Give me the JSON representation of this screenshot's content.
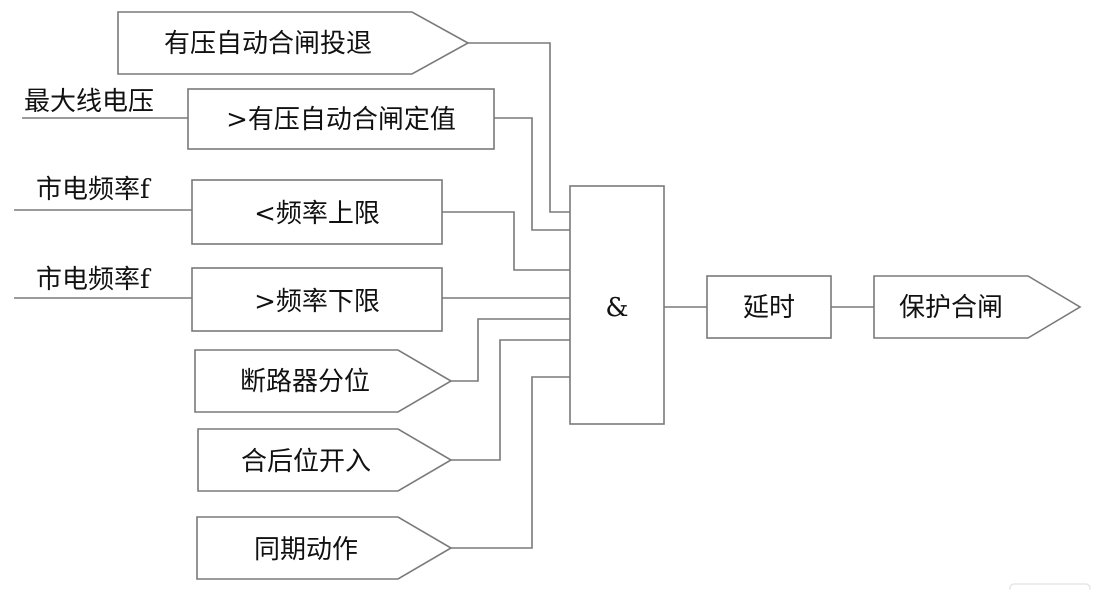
{
  "inputs": {
    "enable": "有压自动合闸投退",
    "max_line_voltage": "最大线电压",
    "voltage_setting": ">有压自动合闸定值",
    "freq_upper_signal": "市电频率f",
    "freq_upper": "<频率上限",
    "freq_lower_signal": "市电频率f",
    "freq_lower": ">频率下限",
    "breaker_open": "断路器分位",
    "after_close": "合后位开入",
    "sync_action": "同期动作"
  },
  "gates": {
    "and": "&",
    "delay": "延时"
  },
  "output": {
    "label": "保护合闸"
  }
}
